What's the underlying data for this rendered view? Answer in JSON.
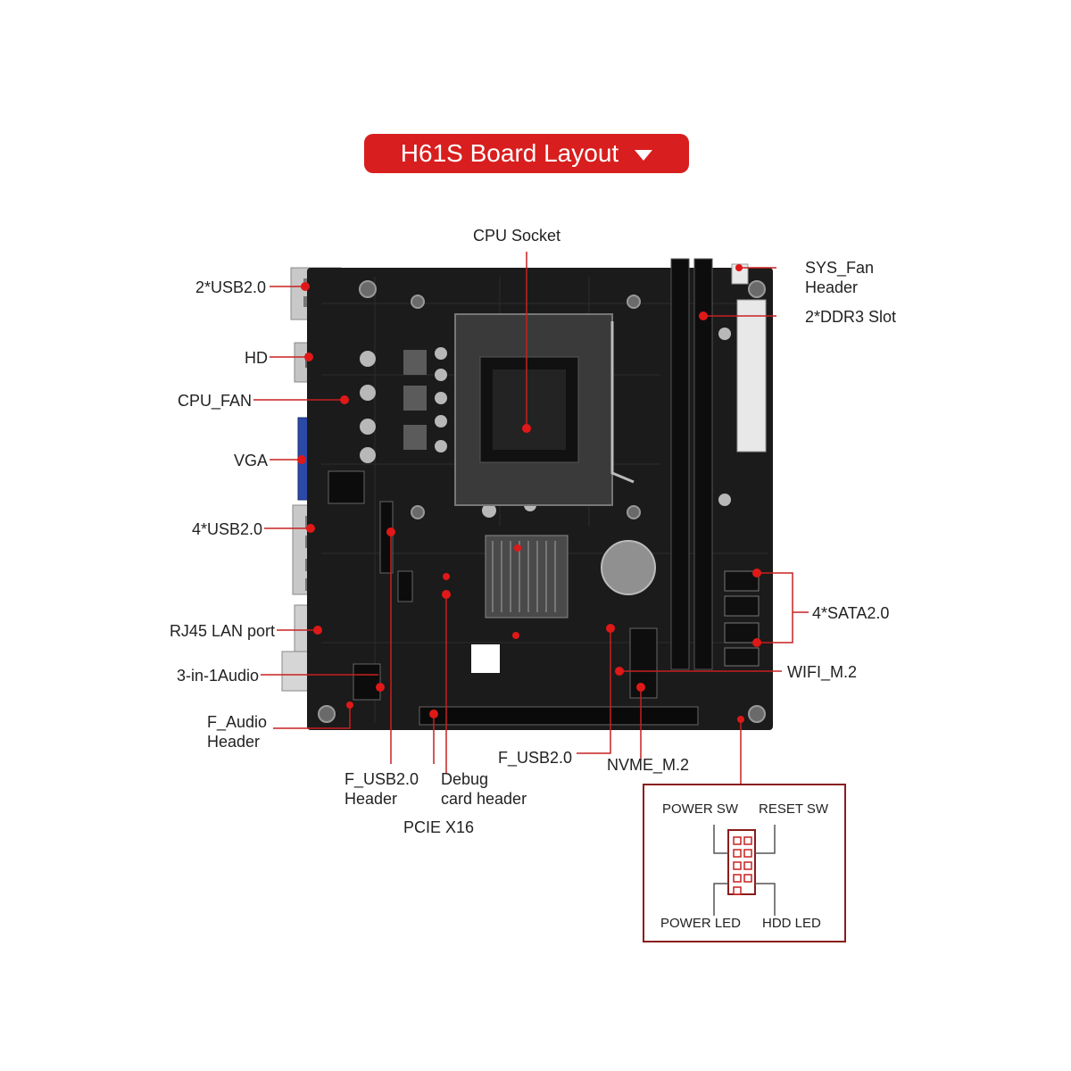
{
  "title": "H61S  Board Layout",
  "labels": {
    "cpu_socket": "CPU Socket",
    "sys_fan_1": "SYS_Fan",
    "sys_fan_2": "Header",
    "ddr3_slot": "2*DDR3 Slot",
    "usb_rear_top": "2*USB2.0",
    "hd": "HD",
    "cpu_fan": "CPU_FAN",
    "vga": "VGA",
    "usb_rear_4": "4*USB2.0",
    "rj45": "RJ45 LAN port",
    "audio": "3-in-1Audio",
    "f_audio_1": "F_Audio",
    "f_audio_2": "Header",
    "sata": "4*SATA2.0",
    "wifi": "WIFI_M.2",
    "f_usb_hdr_1": "F_USB2.0",
    "f_usb_hdr_2": "Header",
    "debug_1": "Debug",
    "debug_2": "card header",
    "pcie": "PCIE X16",
    "f_usb": "F_USB2.0",
    "nvme": "NVME_M.2"
  },
  "panel": {
    "power_sw": "POWER SW",
    "reset_sw": "RESET SW",
    "power_led": "POWER LED",
    "hdd_led": "HDD  LED"
  },
  "colors": {
    "banner": "#d81e1e",
    "board": "#1b1b1b",
    "leader": "#c82020",
    "dot": "#e01818"
  }
}
